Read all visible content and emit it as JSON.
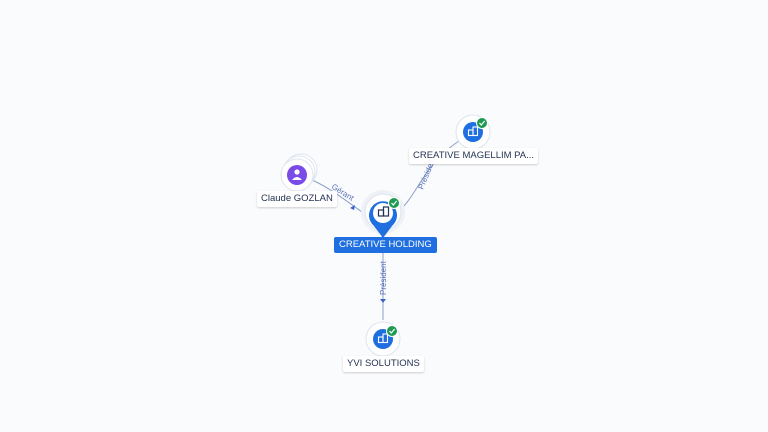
{
  "colors": {
    "accent": "#1f6fe0",
    "person": "#7a4be6",
    "verified": "#1f9a52",
    "edge": "#8ba0c8",
    "edge_label": "#5a72b8"
  },
  "nodes": {
    "center": {
      "label": "CREATIVE HOLDING",
      "icon": "building-icon",
      "verified": true
    },
    "top_right": {
      "label": "CREATIVE MAGELLIM PA...",
      "icon": "building-icon",
      "verified": true
    },
    "left": {
      "label": "Claude GOZLAN",
      "icon": "person-icon"
    },
    "bottom": {
      "label": "YVI SOLUTIONS",
      "icon": "building-icon",
      "verified": true
    }
  },
  "edges": {
    "center_to_top_right": "Président",
    "left_to_center": "Gérant",
    "center_to_bottom": "Président"
  }
}
